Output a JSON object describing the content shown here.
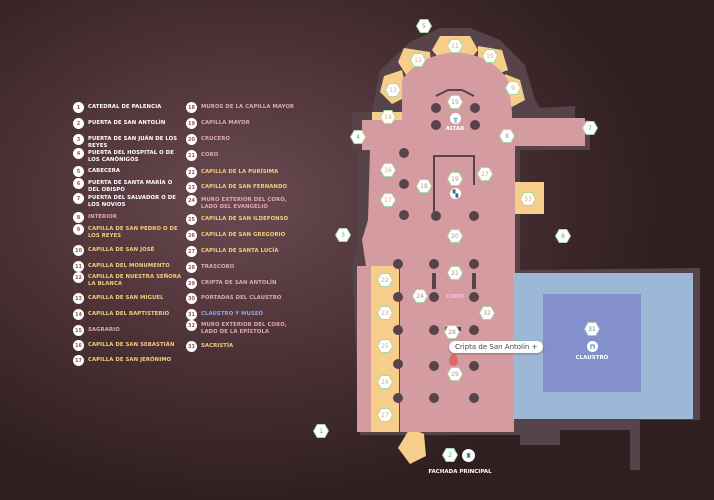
{
  "legend": [
    {
      "n": "1",
      "label": "Catedral de Palencia",
      "color": "white"
    },
    {
      "n": "2",
      "label": "Puerta de San Antolín",
      "color": "white"
    },
    {
      "n": "3",
      "label": "Puerta de San Juán de los Reyes",
      "color": "white"
    },
    {
      "n": "4",
      "label": "Puerta del Hospital o de los Canónigos",
      "color": "white"
    },
    {
      "n": "5",
      "label": "Cabecera",
      "color": "white"
    },
    {
      "n": "6",
      "label": "Puerta de Santa María o del Obispo",
      "color": "white"
    },
    {
      "n": "7",
      "label": "Puerta del Salvador o de los Novios",
      "color": "white"
    },
    {
      "n": "8",
      "label": "Interior",
      "color": "pink"
    },
    {
      "n": "9",
      "label": "Capilla de San Pedro o de los Reyes",
      "color": "yellow"
    },
    {
      "n": "10",
      "label": "Capilla de San José",
      "color": "yellow"
    },
    {
      "n": "11",
      "label": "Capilla del Monumento",
      "color": "yellow"
    },
    {
      "n": "12",
      "label": "Capilla de Nuestra Señora la Blanca",
      "color": "yellow"
    },
    {
      "n": "13",
      "label": "Capilla de San Miguel",
      "color": "yellow"
    },
    {
      "n": "14",
      "label": "Capilla del Baptisterio",
      "color": "yellow"
    },
    {
      "n": "15",
      "label": "Sagrario",
      "color": "pink"
    },
    {
      "n": "16",
      "label": "Capilla de San Sebastián",
      "color": "yellow"
    },
    {
      "n": "17",
      "label": "Capilla de San Jerónimo",
      "color": "yellow"
    },
    {
      "n": "18",
      "label": "Muros de la Capilla Mayor",
      "color": "pink"
    },
    {
      "n": "19",
      "label": "Capilla Mayor",
      "color": "pink"
    },
    {
      "n": "20",
      "label": "Crucero",
      "color": "pink"
    },
    {
      "n": "21",
      "label": "Coro",
      "color": "pink"
    },
    {
      "n": "22",
      "label": "Capilla de la Purísima",
      "color": "yellow"
    },
    {
      "n": "23",
      "label": "Capilla de San Fernando",
      "color": "yellow"
    },
    {
      "n": "24",
      "label": "Muro exterior del coro, lado del Evangelio",
      "color": "pink"
    },
    {
      "n": "25",
      "label": "Capilla de San Ildefonso",
      "color": "yellow"
    },
    {
      "n": "26",
      "label": "Capilla de San Gregorio",
      "color": "yellow"
    },
    {
      "n": "27",
      "label": "Capilla de Santa Lucía",
      "color": "yellow"
    },
    {
      "n": "28",
      "label": "Trascoro",
      "color": "pink"
    },
    {
      "n": "29",
      "label": "Cripta de San Antolín",
      "color": "pink"
    },
    {
      "n": "30",
      "label": "Portadas del Claustro",
      "color": "pink"
    },
    {
      "n": "31",
      "label": "Claustro y Museo",
      "color": "blue"
    },
    {
      "n": "32",
      "label": "Muro exterior del coro, lado de la Epístola",
      "color": "pink"
    },
    {
      "n": "33",
      "label": "Sacristía",
      "color": "yellow"
    }
  ],
  "map": {
    "markers": [
      "5",
      "11",
      "12",
      "10",
      "13",
      "9",
      "15",
      "14",
      "4",
      "7",
      "8",
      "16",
      "18",
      "19",
      "27",
      "17",
      "33",
      "3",
      "20",
      "6",
      "21",
      "22",
      "24",
      "23",
      "32",
      "25",
      "28",
      "29",
      "26",
      "31",
      "27",
      "1",
      "2"
    ],
    "labels": {
      "altar": "ALTAR",
      "coro": "CORO",
      "claustro": "CLAUSTRO",
      "fachada": "FACHADA PRINCIPAL"
    },
    "tooltip": "Cripta de San Antolín +"
  },
  "colors": {
    "nave": "#d49ca0",
    "chapel": "#f7cd8a",
    "cloister": "#9db8d6",
    "cloister_inner": "#8490cc",
    "walls": "#57434a"
  }
}
